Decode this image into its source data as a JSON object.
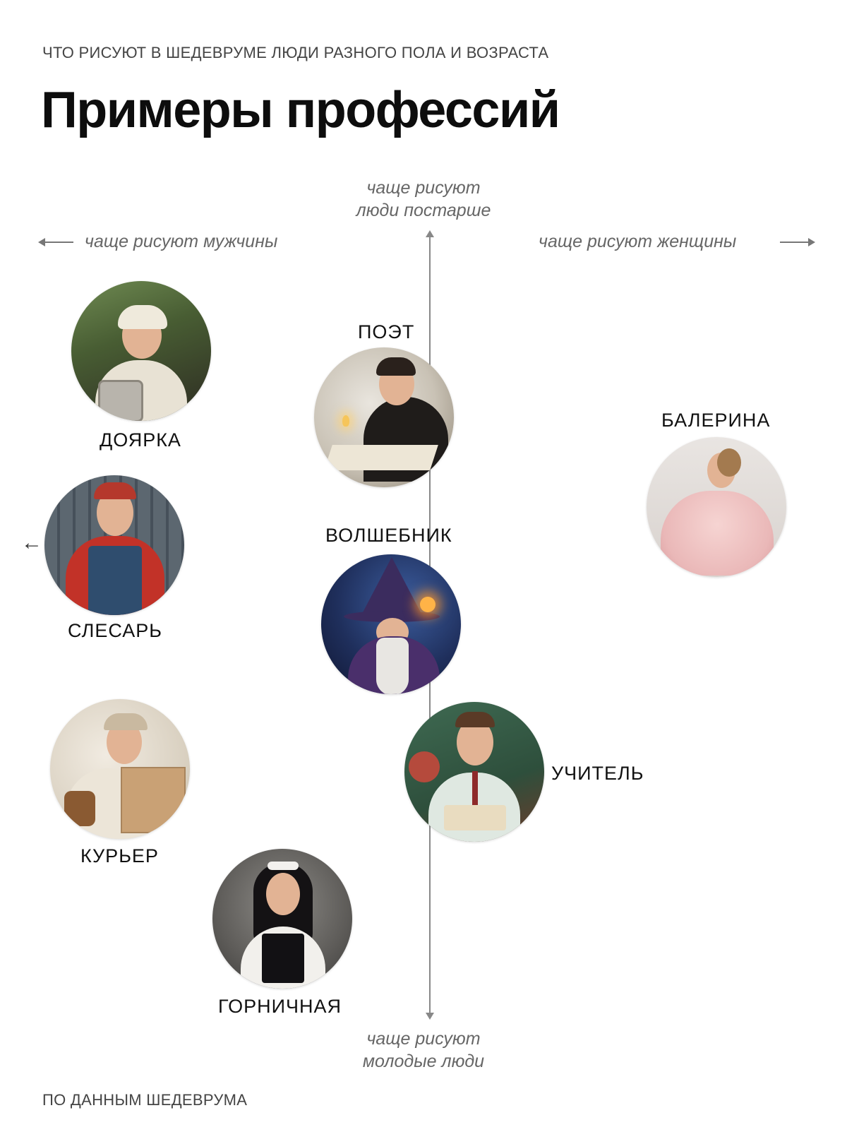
{
  "header": {
    "kicker": "ЧТО РИСУЮТ В ШЕДЕВРУМЕ ЛЮДИ РАЗНОГО ПОЛА И ВОЗРАСТА",
    "title": "Примеры профессий"
  },
  "axes": {
    "top": "чаще рисуют\nлюди постарше",
    "bottom": "чаще рисуют\nмолодые люди",
    "left": "чаще рисуют мужчины",
    "right": "чаще рисуют женщины"
  },
  "professions": [
    {
      "name": "ДОЯРКА",
      "icon": "milkmaid-portrait"
    },
    {
      "name": "ПОЭТ",
      "icon": "poet-portrait"
    },
    {
      "name": "БАЛЕРИНА",
      "icon": "ballerina-portrait"
    },
    {
      "name": "СЛЕСАРЬ",
      "icon": "locksmith-portrait"
    },
    {
      "name": "ВОЛШЕБНИК",
      "icon": "wizard-portrait"
    },
    {
      "name": "УЧИТЕЛЬ",
      "icon": "teacher-portrait"
    },
    {
      "name": "КУРЬЕР",
      "icon": "courier-portrait"
    },
    {
      "name": "ГОРНИЧНАЯ",
      "icon": "maid-portrait"
    }
  ],
  "colors": {
    "background": "#ffffff",
    "text": "#111111",
    "axis": "#888888"
  },
  "footer": "ПО ДАННЫМ ШЕДЕВРУМА"
}
